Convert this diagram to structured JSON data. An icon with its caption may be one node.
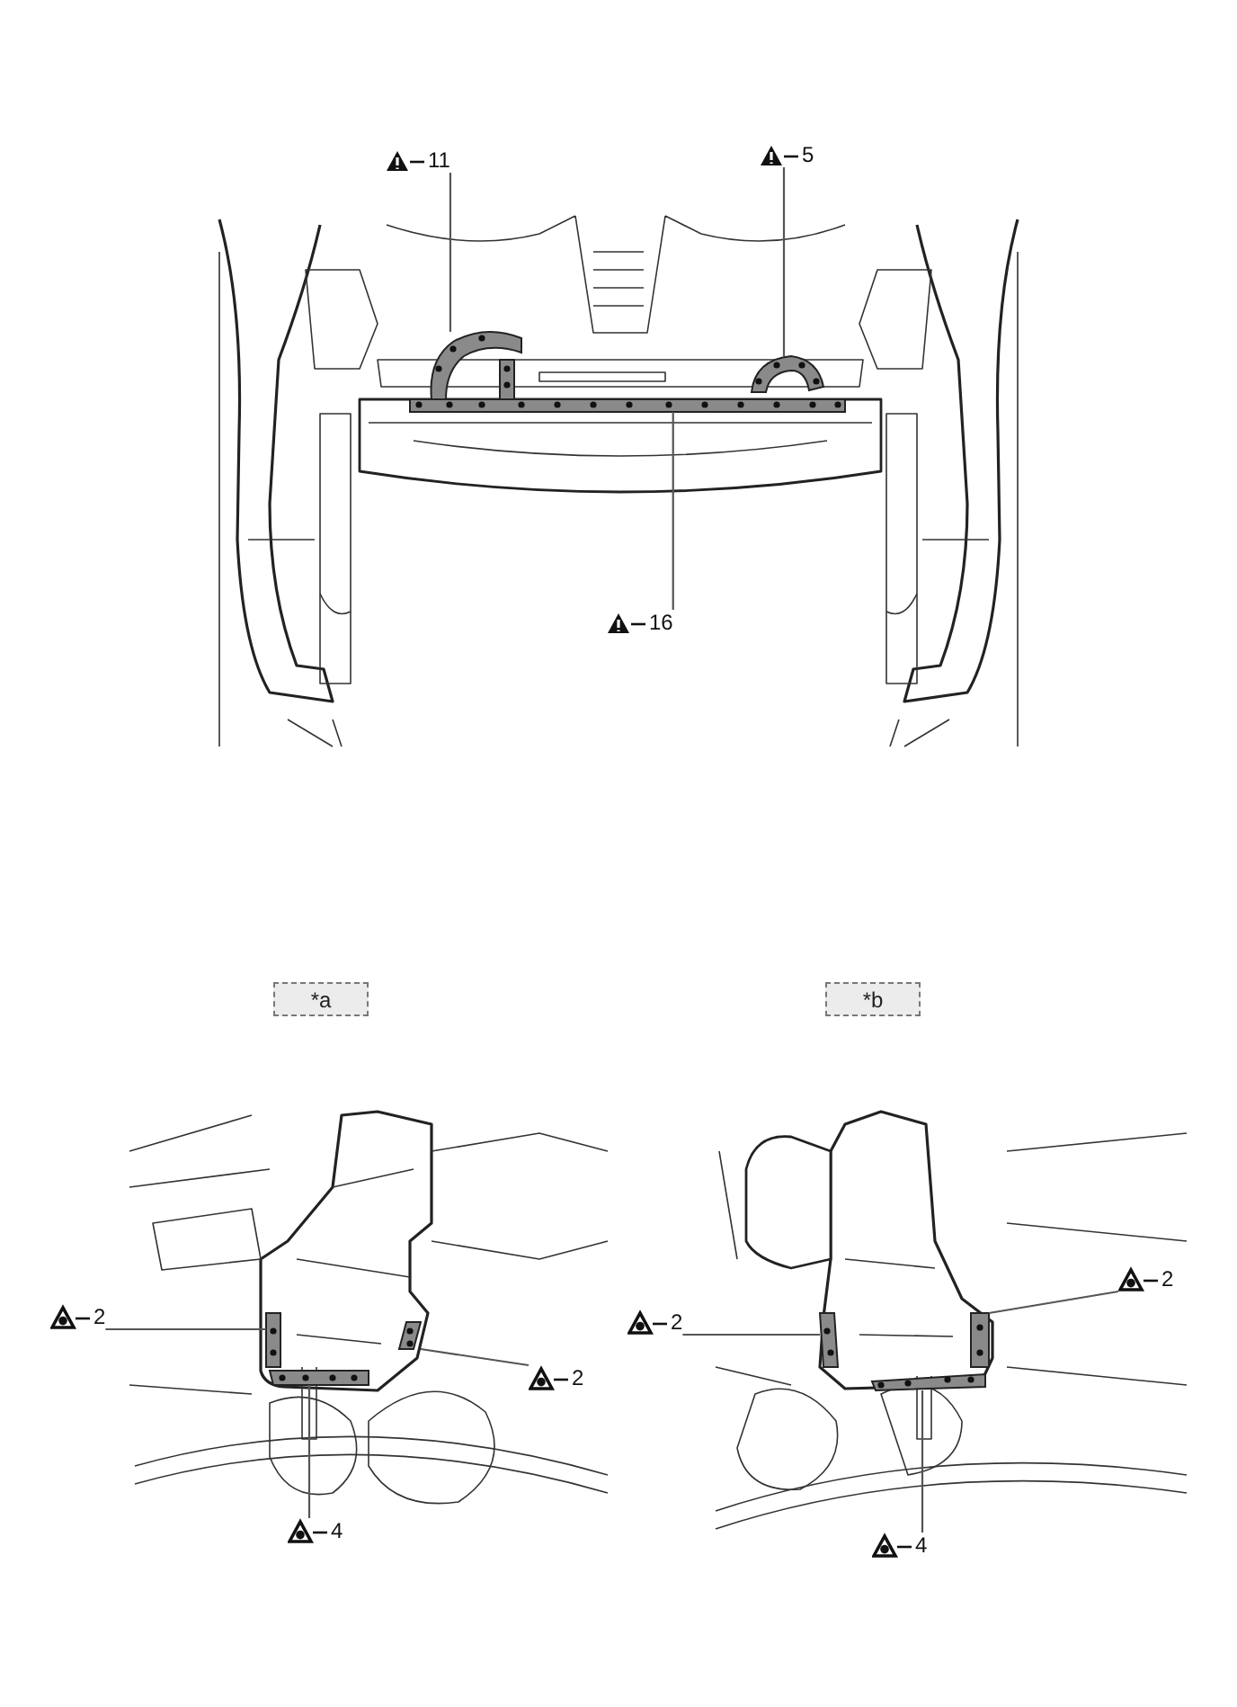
{
  "diagram": {
    "nodes": [
      {
        "text": [
          "11"
        ]
      },
      {
        "text": [
          "5"
        ]
      },
      {
        "text": [
          "16"
        ]
      },
      {
        "text": [
          "*a"
        ]
      },
      {
        "text": [
          "*b"
        ]
      },
      {
        "text": [
          "2"
        ]
      },
      {
        "text": [
          "2"
        ]
      },
      {
        "text": [
          "4"
        ]
      },
      {
        "text": [
          "2"
        ]
      },
      {
        "text": [
          "2"
        ]
      },
      {
        "text": [
          "4"
        ]
      },
      {
        "text": [],
        "shape": "bar"
      },
      {
        "text": [],
        "shape": "bar"
      },
      {
        "text": [],
        "shape": "bar"
      },
      {
        "text": [],
        "shape": "bar"
      },
      {
        "text": [],
        "shape": "bar"
      },
      {
        "text": [],
        "shape": "bar"
      },
      {
        "text": [],
        "shape": "bar"
      },
      {
        "text": [],
        "shape": "bar"
      },
      {
        "text": [],
        "shape": "bar"
      }
    ],
    "edges": [
      {
        "from": 0,
        "to": 11,
        "arrow": "none"
      },
      {
        "from": 1,
        "to": 12,
        "arrow": "none"
      },
      {
        "from": 2,
        "to": 13,
        "arrow": "none"
      },
      {
        "from": 5,
        "to": 14,
        "arrow": "none"
      },
      {
        "from": 6,
        "to": 15,
        "arrow": "none"
      },
      {
        "from": 7,
        "to": 16,
        "arrow": "none"
      },
      {
        "from": 8,
        "to": 17,
        "arrow": "none"
      },
      {
        "from": 9,
        "to": 18,
        "arrow": "none"
      },
      {
        "from": 10,
        "to": 19,
        "arrow": "none"
      }
    ]
  }
}
